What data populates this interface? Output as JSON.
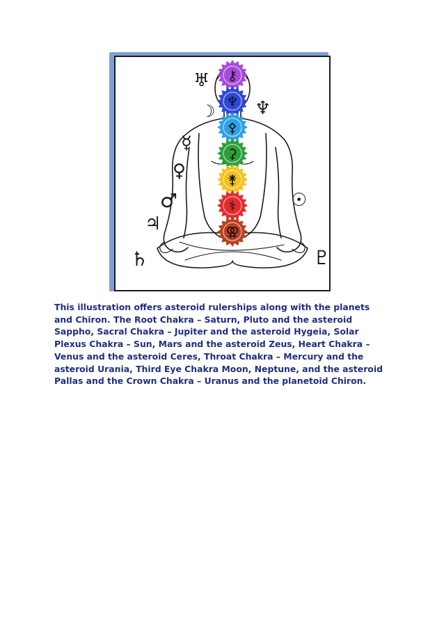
{
  "illustration": {
    "chakras": [
      {
        "name": "Crown",
        "color": "#a64ad9",
        "glyph": "⚷"
      },
      {
        "name": "Third Eye",
        "color": "#2f47d8",
        "glyph": "♆"
      },
      {
        "name": "Throat",
        "color": "#2ea0e6",
        "glyph": "⚴"
      },
      {
        "name": "Heart",
        "color": "#2f9e3a",
        "glyph": "⚳"
      },
      {
        "name": "Solar Plexus",
        "color": "#f2c21d",
        "glyph": "⚵"
      },
      {
        "name": "Sacral",
        "color": "#e32b2b",
        "glyph": "⚕"
      },
      {
        "name": "Root",
        "color": "#b8401f",
        "glyph": "⚢"
      }
    ],
    "planet_symbols": {
      "uranus": "♅",
      "moon": "☽",
      "neptune": "♆",
      "mercury": "☿",
      "venus": "♀",
      "mars": "♂",
      "sun": "☉",
      "jupiter": "♃",
      "saturn": "♄",
      "pluto": "♇"
    }
  },
  "caption": "This illustration offers asteroid rulerships along with the planets and Chiron. The Root Chakra – Saturn, Pluto and the asteroid Sappho, Sacral Chakra – Jupiter and the asteroid Hygeia, Solar Plexus Chakra – Sun, Mars and the asteroid Zeus, Heart Chakra – Venus and the asteroid Ceres, Throat Chakra – Mercury and the asteroid Urania, Third Eye Chakra Moon, Neptune, and the asteroid Pallas and the Crown Chakra – Uranus and the planetoid Chiron."
}
